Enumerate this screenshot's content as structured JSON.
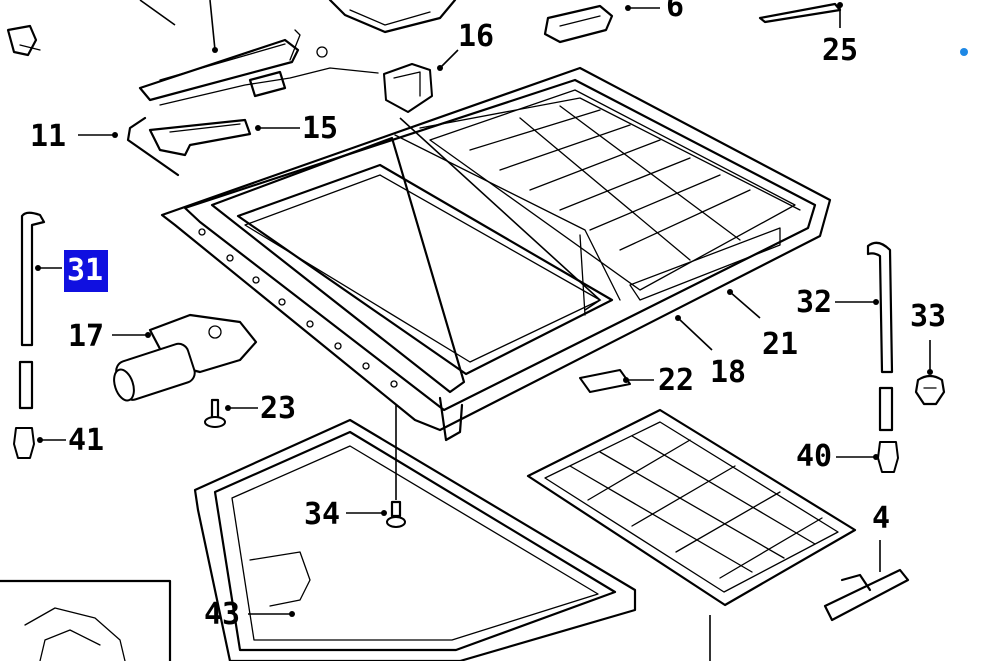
{
  "diagram": {
    "highlight_color": "#1010e0",
    "marker_color": "#1e88e5",
    "highlighted_part": "31",
    "callouts": [
      {
        "id": "16",
        "label": "16"
      },
      {
        "id": "6",
        "label": "6"
      },
      {
        "id": "25",
        "label": "25"
      },
      {
        "id": "11",
        "label": "11"
      },
      {
        "id": "15",
        "label": "15"
      },
      {
        "id": "31",
        "label": "31"
      },
      {
        "id": "17",
        "label": "17"
      },
      {
        "id": "32",
        "label": "32"
      },
      {
        "id": "33",
        "label": "33"
      },
      {
        "id": "21",
        "label": "21"
      },
      {
        "id": "18",
        "label": "18"
      },
      {
        "id": "22",
        "label": "22"
      },
      {
        "id": "23",
        "label": "23"
      },
      {
        "id": "41",
        "label": "41"
      },
      {
        "id": "40",
        "label": "40"
      },
      {
        "id": "34",
        "label": "34"
      },
      {
        "id": "4",
        "label": "4"
      },
      {
        "id": "43",
        "label": "43"
      }
    ]
  }
}
